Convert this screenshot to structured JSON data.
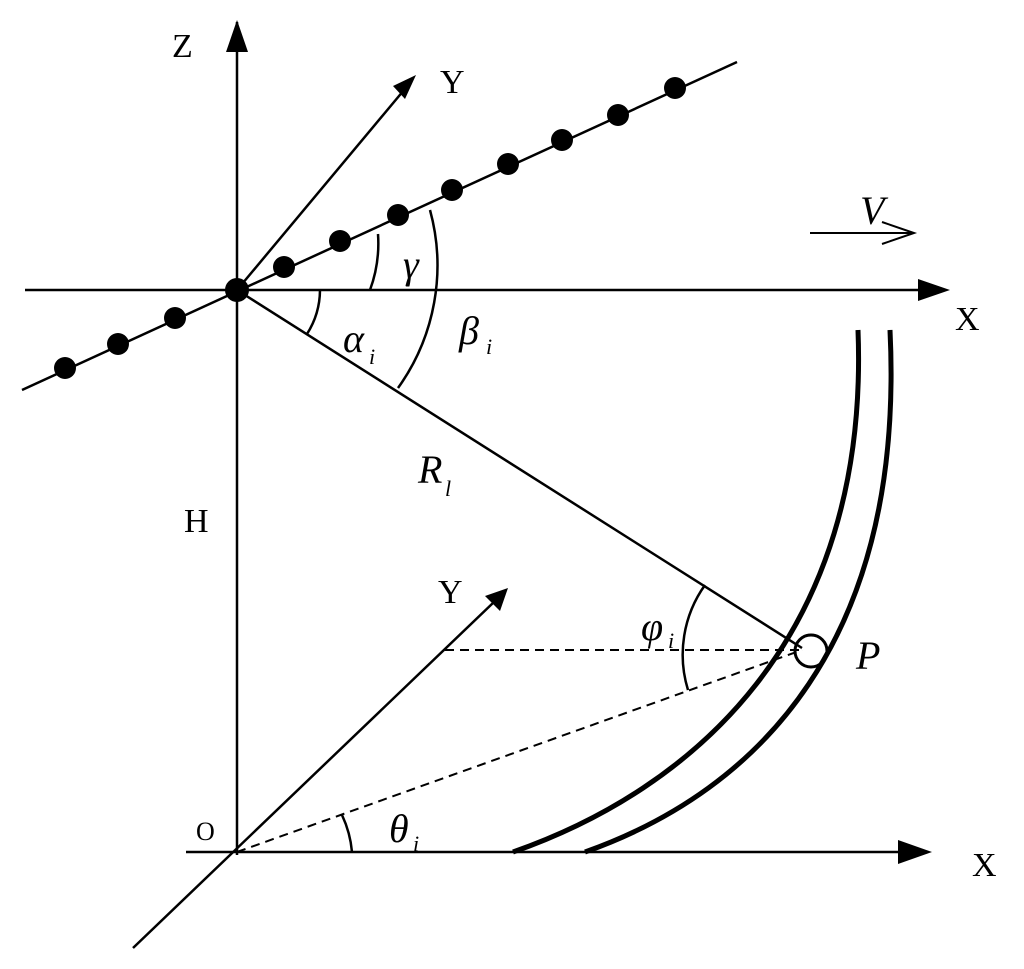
{
  "labels": {
    "z_axis": "Z",
    "y_axis_upper": "Y",
    "x_axis_upper": "X",
    "y_axis_lower": "Y",
    "x_axis_lower": "X",
    "height": "H",
    "origin": "O",
    "velocity": "V",
    "point": "P",
    "gamma": "γ",
    "alpha": "α",
    "alpha_sub": "i",
    "beta": "β",
    "beta_sub": "i",
    "range": "R",
    "range_sub": "l",
    "phi": "φ",
    "phi_sub": "i",
    "theta": "θ",
    "theta_sub": "i"
  }
}
